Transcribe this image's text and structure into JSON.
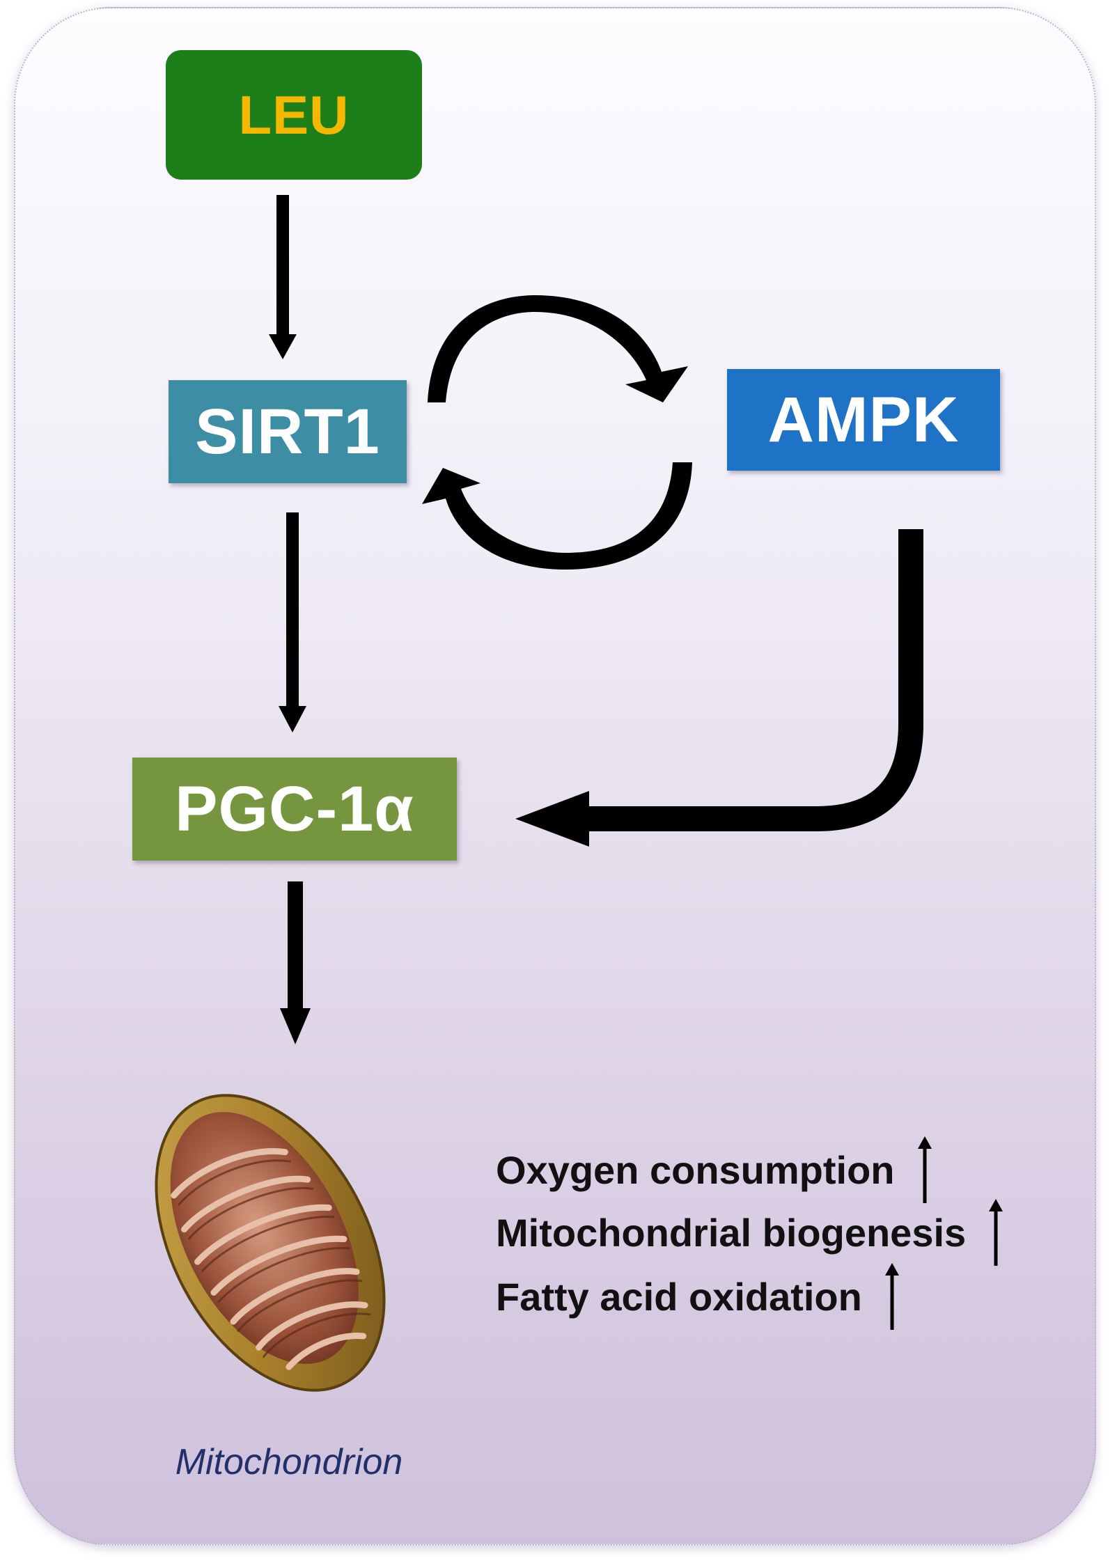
{
  "nodes": {
    "leu": {
      "label": "LEU",
      "bg": "#1c7f19",
      "color": "#f5b800"
    },
    "sirt1": {
      "label": "SIRT1",
      "bg": "#3d8da4",
      "color": "#ffffff"
    },
    "ampk": {
      "label": "AMPK",
      "bg": "#1e73c6",
      "color": "#ffffff"
    },
    "pgc": {
      "label": "PGC-1α",
      "bg": "#76953f",
      "color": "#ffffff"
    }
  },
  "effects": [
    {
      "label": "Oxygen consumption",
      "icon": "up-arrow-icon"
    },
    {
      "label": "Mitochondrial biogenesis",
      "icon": "up-arrow-icon"
    },
    {
      "label": "Fatty acid oxidation",
      "icon": "up-arrow-icon"
    }
  ],
  "mitochondrion": {
    "caption": "Mitochondrion",
    "icon": "mitochondrion-illustration"
  },
  "colors": {
    "arrow": "#000000",
    "caption": "#22306a"
  }
}
